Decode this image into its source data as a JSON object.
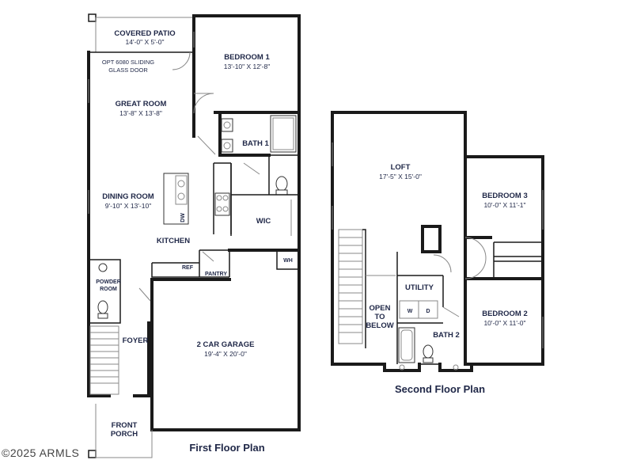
{
  "first_floor": {
    "title": "First Floor Plan",
    "rooms": {
      "covered_patio": {
        "name": "COVERED PATIO",
        "dim": "14'-0\" X 5'-0\""
      },
      "bedroom1": {
        "name": "BEDROOM 1",
        "dim": "13'-10\" X 12'-8\""
      },
      "sliding_door": {
        "line1": "OPT 6080 SLIDING",
        "line2": "GLASS DOOR"
      },
      "great_room": {
        "name": "GREAT ROOM",
        "dim": "13'-8\" X 13'-8\""
      },
      "bath1": {
        "name": "BATH 1"
      },
      "dining_room": {
        "name": "DINING ROOM",
        "dim": "9'-10\" X 13'-10\""
      },
      "wic": {
        "name": "WIC"
      },
      "kitchen": {
        "name": "KITCHEN"
      },
      "ref": {
        "name": "REF"
      },
      "pantry": {
        "name": "PANTRY"
      },
      "wh": {
        "name": "WH"
      },
      "dw": {
        "name": "DW"
      },
      "powder_room": {
        "line1": "POWDER",
        "line2": "ROOM"
      },
      "foyer": {
        "name": "FOYER"
      },
      "garage": {
        "name": "2 CAR GARAGE",
        "dim": "19'-4\" X 20'-0\""
      },
      "front_porch": {
        "line1": "FRONT",
        "line2": "PORCH"
      }
    }
  },
  "second_floor": {
    "title": "Second Floor Plan",
    "rooms": {
      "loft": {
        "name": "LOFT",
        "dim": "17'-5\" X 15'-0\""
      },
      "bedroom3": {
        "name": "BEDROOM 3",
        "dim": "10'-0\" X 11'-1\""
      },
      "utility": {
        "name": "UTILITY"
      },
      "washer": {
        "name": "W"
      },
      "dryer": {
        "name": "D"
      },
      "open_to_below": {
        "line1": "OPEN",
        "line2": "TO",
        "line3": "BELOW"
      },
      "bath2": {
        "name": "BATH 2"
      },
      "bedroom2": {
        "name": "BEDROOM 2",
        "dim": "10'-0\" X 11'-0\""
      }
    }
  },
  "watermark": "©2025 ARMLS"
}
